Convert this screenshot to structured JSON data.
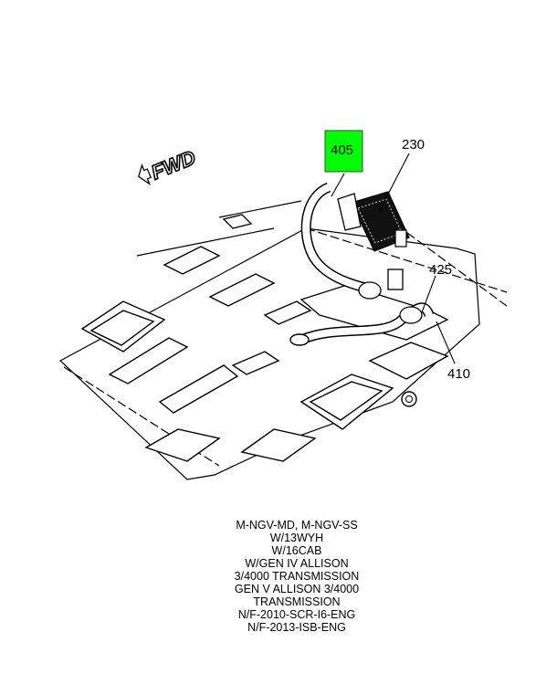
{
  "diagram": {
    "orientation_label": "FWD",
    "callouts": {
      "highlighted": "405",
      "c230": "230",
      "c425": "425",
      "c410": "410"
    },
    "highlight_color": "#00ff00"
  },
  "caption_lines": [
    "M-NGV-MD, M-NGV-SS",
    "W/13WYH",
    "W/16CAB",
    "W/GEN IV ALLISON",
    "3/4000 TRANSMISSION",
    "GEN V ALLISON 3/4000",
    "TRANSMISSION",
    "N/F-2010-SCR-I6-ENG",
    "N/F-2013-ISB-ENG"
  ]
}
